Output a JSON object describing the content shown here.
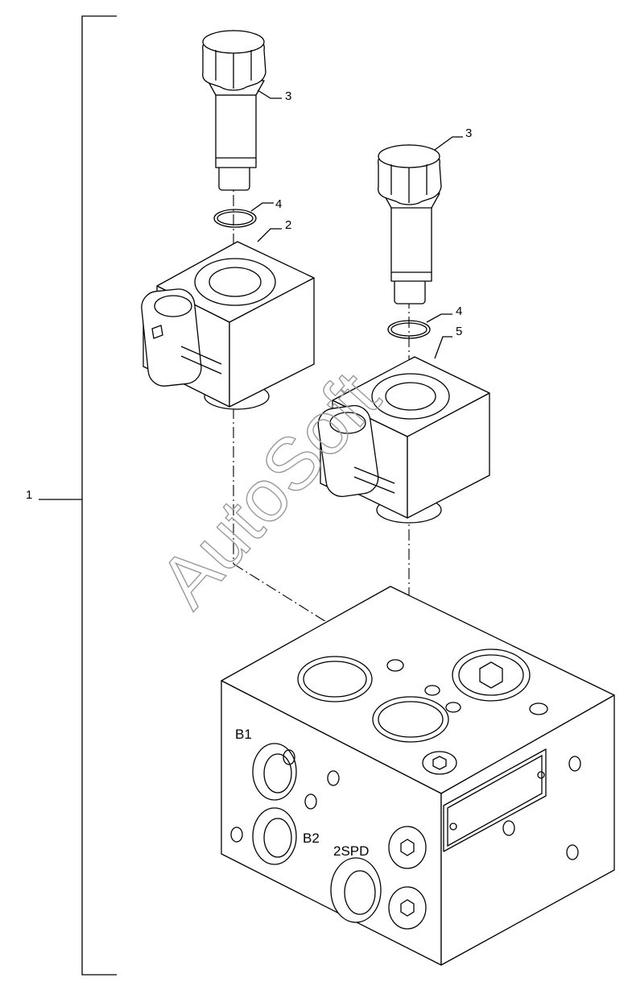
{
  "callouts": {
    "assembly": "1",
    "coil_upper": "2",
    "cartridge_left": "3",
    "cartridge_right": "3",
    "oring_left": "4",
    "oring_right": "4",
    "coil_lower": "5"
  },
  "block_markings": {
    "port_b1": "B1",
    "port_b2": "B2",
    "port_2spd": "2SPD"
  },
  "watermark": "AutoSoft"
}
